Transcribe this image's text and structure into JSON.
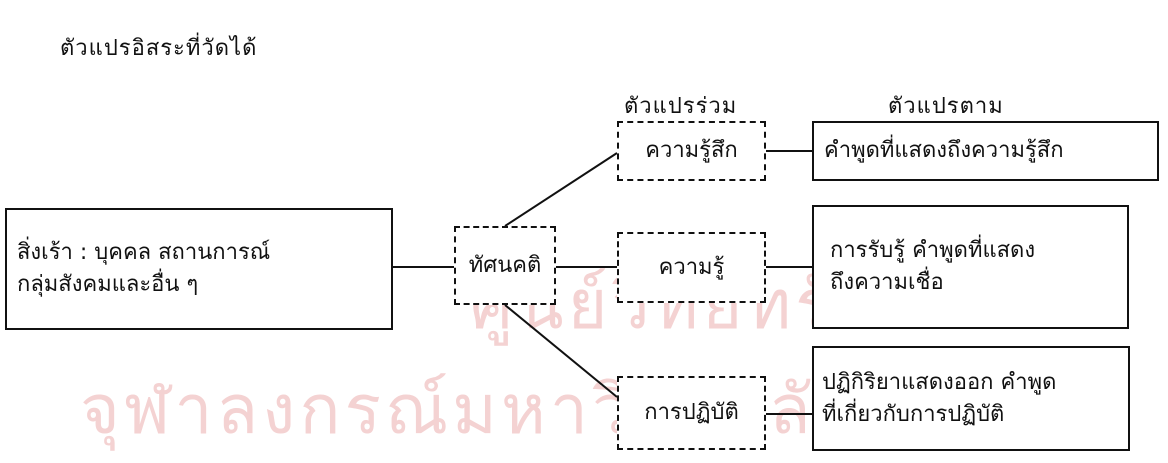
{
  "header_independent": "ตัวแปรอิสระที่วัดได้",
  "header_intervening": "ตัวแปรร่วม",
  "header_dependent": "ตัวแปรตาม",
  "stimulus": {
    "line1": "สิ่งเร้า : บุคคล สถานการณ์",
    "line2": "กลุ่มสังคมและอื่น ๆ"
  },
  "attitude": "ทัศนคติ",
  "components": {
    "affect": "ความรู้สึก",
    "cognition": "ความรู้",
    "behavior": "การปฏิบัติ"
  },
  "outcomes": {
    "affect": "คำพูดที่แสดงถึงความรู้สึก",
    "cognition_line1": "การรับรู้ คำพูดที่แสดง",
    "cognition_line2": "ถึงความเชื่อ",
    "behavior_line1": "ปฏิกิริยาแสดงออก คำพูด",
    "behavior_line2": "ที่เกี่ยวกับการปฏิบัติ"
  },
  "watermark": {
    "line1": "ศูนย์วิทยทรัพยากร",
    "line2": "จุฬาลงกรณ์มหาวิทยาลัย"
  }
}
